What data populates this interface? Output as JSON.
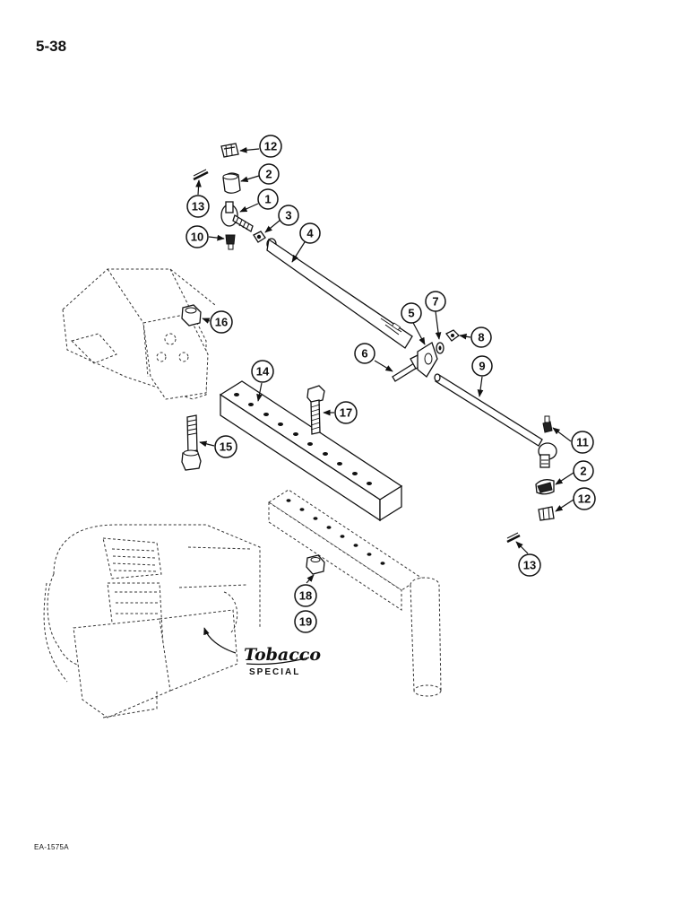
{
  "page": {
    "number": "5-38",
    "code": "EA-1575A"
  },
  "logo": {
    "script": "Tobacco",
    "word": "SPECIAL"
  },
  "callouts": {
    "c1": "1",
    "c2a": "2",
    "c2b": "2",
    "c3": "3",
    "c4": "4",
    "c5": "5",
    "c6": "6",
    "c7": "7",
    "c8": "8",
    "c9": "9",
    "c10": "10",
    "c11": "11",
    "c12a": "12",
    "c12b": "12",
    "c13a": "13",
    "c13b": "13",
    "c14": "14",
    "c15": "15",
    "c16": "16",
    "c17": "17",
    "c18": "18",
    "c19": "19"
  }
}
